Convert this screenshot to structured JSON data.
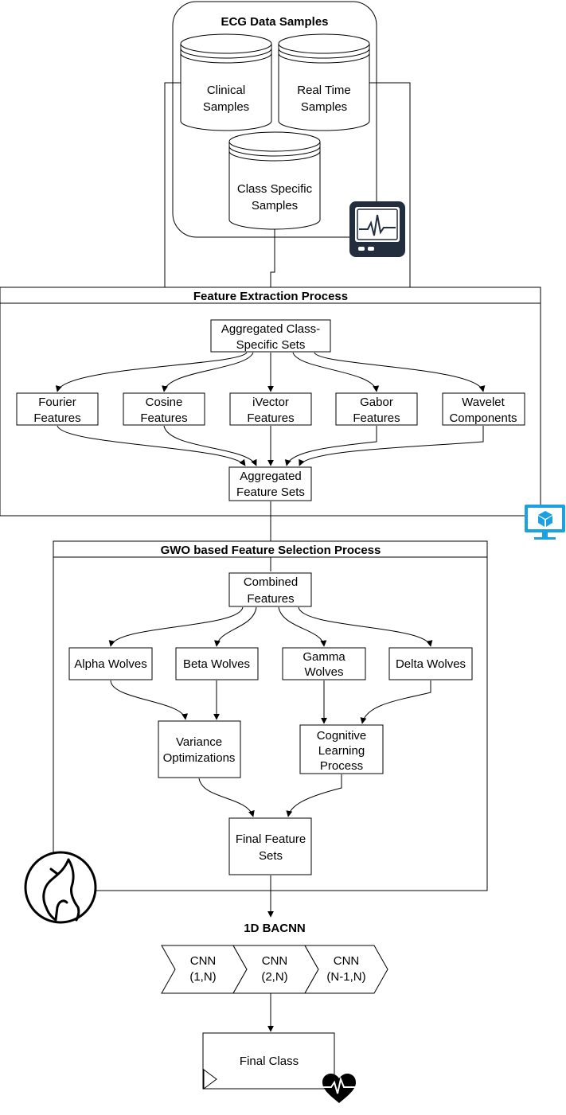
{
  "data_group": {
    "title": "ECG Data Samples",
    "clinical": [
      "Clinical",
      "Samples"
    ],
    "realtime": [
      "Real Time",
      "Samples"
    ],
    "class_specific": [
      "Class Specific",
      "Samples"
    ]
  },
  "feature_extraction": {
    "title": "Feature Extraction Process",
    "aggregated_class_sets": [
      "Aggregated Class-",
      "Specific Sets"
    ],
    "fourier": [
      "Fourier",
      "Features"
    ],
    "cosine": [
      "Cosine",
      "Features"
    ],
    "ivector": [
      "iVector",
      "Features"
    ],
    "gabor": [
      "Gabor",
      "Features"
    ],
    "wavelet": [
      "Wavelet",
      "Components"
    ],
    "aggregated_feature_sets": [
      "Aggregated",
      "Feature Sets"
    ]
  },
  "gwo": {
    "title": "GWO based Feature Selection Process",
    "combined": [
      "Combined",
      "Features"
    ],
    "alpha": "Alpha Wolves",
    "beta": "Beta Wolves",
    "gamma": [
      "Gamma",
      "Wolves"
    ],
    "delta": "Delta Wolves",
    "variance": [
      "Variance",
      "Optimizations"
    ],
    "cognitive": [
      "Cognitive",
      "Learning",
      "Process"
    ],
    "final_sets": [
      "Final Feature",
      "Sets"
    ]
  },
  "bacnn": {
    "title": "1D BACNN",
    "cnn1": [
      "CNN",
      "(1,N)"
    ],
    "cnn2": [
      "CNN",
      "(2,N)"
    ],
    "cnn3": [
      "CNN",
      "(N-1,N)"
    ],
    "final_class": "Final Class"
  },
  "icons": [
    "ecg-monitor-icon",
    "monitor-cube-icon",
    "wolf-icon",
    "heart-pulse-icon"
  ],
  "colors": {
    "stroke": "#000000",
    "accent": "#1ba1e2",
    "monitor": "#222d3d"
  }
}
